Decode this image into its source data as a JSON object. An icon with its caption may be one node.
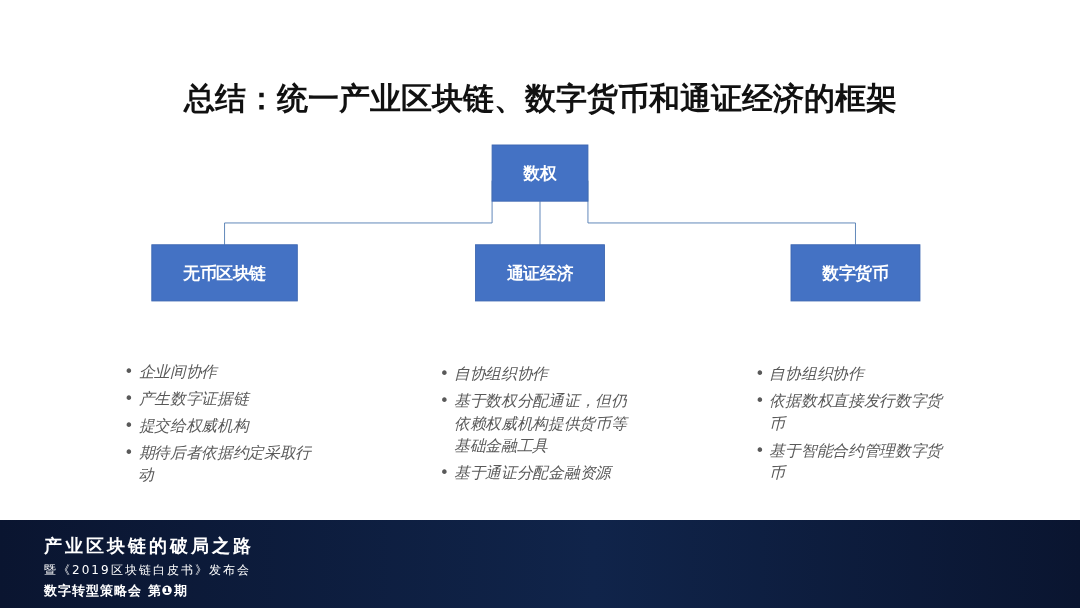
{
  "diagram": {
    "title": "总结：统一产业区块链、数字货币和通证经济的框架",
    "nodes": [
      {
        "text": [
          "数权"
        ]
      },
      {
        "text": [
          "无币区块链"
        ],
        "beside": [
          "• 企业间协作",
          "• 产生数字证据链",
          "• 提交给权威机构",
          "• 期待后者依据约定采取行动"
        ]
      },
      {
        "text": [
          "通证经济"
        ],
        "beside": [
          "• 自协组织协作",
          "• 基于数权分配通证，但仍依赖权威机构提供货币等基础金融工具",
          "• 基于通证分配金融资源"
        ]
      },
      {
        "text": [
          "数字货币"
        ],
        "beside": [
          "• 自协组织协作",
          "• 依据数权直接发行数字货币",
          "• 基于智能合约管理数字货币"
        ]
      }
    ],
    "edges": [
      {
        "from": 0,
        "to": 1,
        "arrow": "none"
      },
      {
        "from": 0,
        "to": 2,
        "arrow": "none"
      },
      {
        "from": 0,
        "to": 3,
        "arrow": "none"
      }
    ],
    "labels": [
      "产业区块链的破局之路",
      "暨《2019区块链白皮书》发布会",
      "数字转型策略会 第❶期"
    ]
  }
}
